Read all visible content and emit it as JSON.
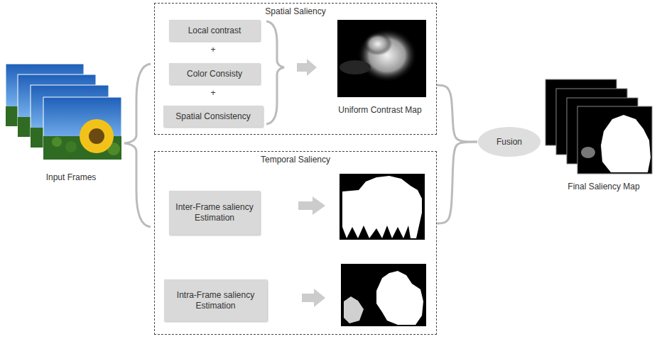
{
  "diagram": {
    "nodes": [
      {
        "text": [
          "Spatial Saliency"
        ]
      },
      {
        "text": [
          "Local contrast"
        ],
        "in": 0
      },
      {
        "text": [
          "Color Consisty"
        ],
        "in": 0
      },
      {
        "text": [
          "Spatial Consistency"
        ],
        "in": 0
      },
      {
        "text": [
          "Temporal Saliency"
        ]
      },
      {
        "text": [
          "Inter-Frame saliency Estimation"
        ],
        "in": 4
      },
      {
        "text": [
          "Intra-Frame saliency Estimation"
        ],
        "in": 4
      },
      {
        "text": [
          "Fusion"
        ]
      }
    ],
    "edges": [
      {
        "from": 0,
        "to": 7,
        "arrow": "none"
      },
      {
        "from": 4,
        "to": 7,
        "arrow": "none"
      }
    ],
    "labels": [
      "Input Frames",
      "+",
      "+",
      "Uniform Contrast Map",
      "Final Saliency Map"
    ]
  }
}
